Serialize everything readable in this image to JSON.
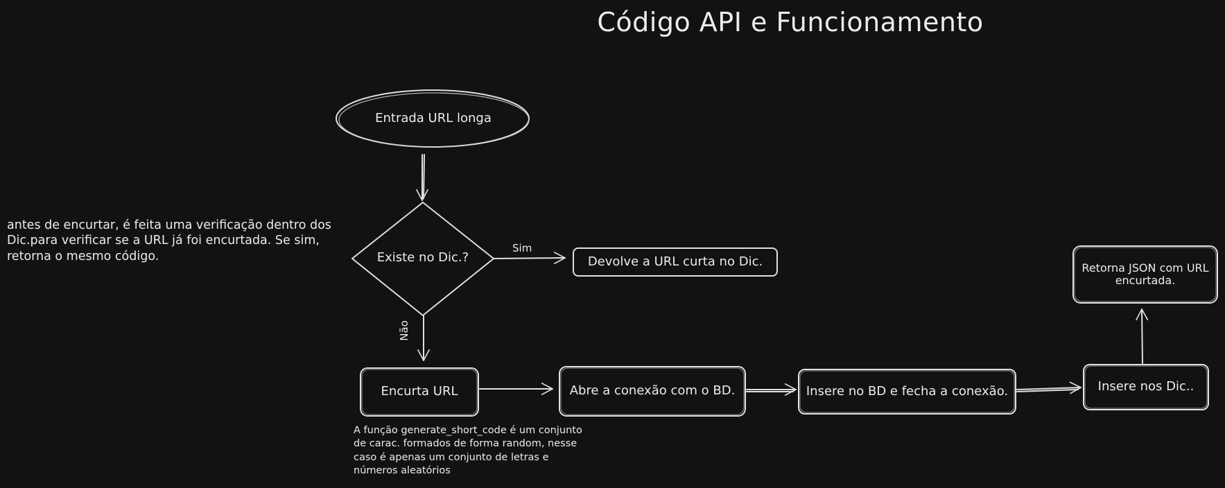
{
  "title": "Código API e Funcionamento",
  "nodes": {
    "entrada": "Entrada URL longa",
    "existe": "Existe no Dic.?",
    "devolve": "Devolve a URL curta no Dic.",
    "encurta": "Encurta URL",
    "abre": "Abre a conexão com o BD.",
    "insere_bd": "Insere no BD e fecha a conexão.",
    "insere_dic": "Insere nos Dic..",
    "retorna": "Retorna JSON com URL encurtada."
  },
  "edges": {
    "sim": "Sim",
    "nao": "Não"
  },
  "notes": {
    "verificacao": "antes de encurtar, é feita uma verificação dentro dos Dic.para verificar se a URL já foi encurtada. Se sim, retorna o mesmo código.",
    "generate": "A função generate_short_code é um conjunto de carac. formados de forma random, nesse caso é apenas um conjunto de letras e números aleatórios"
  },
  "colors": {
    "background": "#121212",
    "stroke": "#e0e0e0",
    "text": "#ececec"
  }
}
